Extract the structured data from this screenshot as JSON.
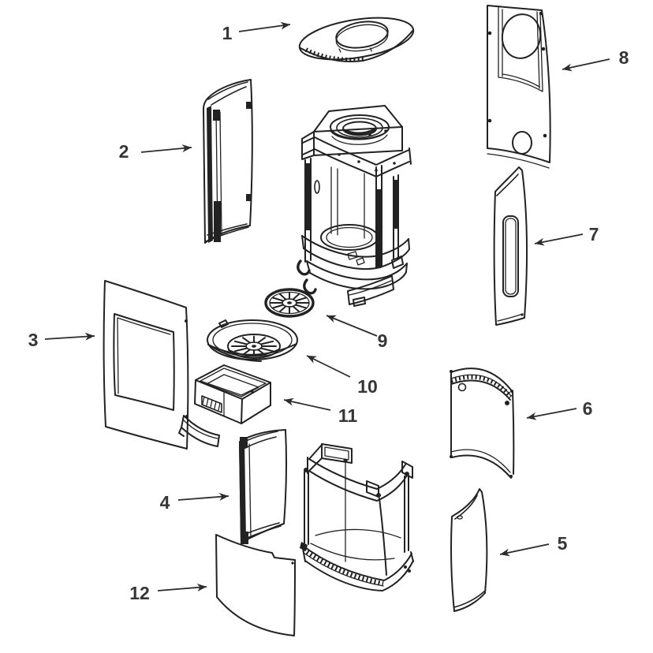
{
  "diagram": {
    "type": "exploded-parts-diagram",
    "background_color": "#ffffff",
    "line_color": "#222222",
    "label_color": "#363636",
    "callouts": [
      {
        "label": "1"
      },
      {
        "label": "2"
      },
      {
        "label": "3"
      },
      {
        "label": "4"
      },
      {
        "label": "5"
      },
      {
        "label": "6"
      },
      {
        "label": "7"
      },
      {
        "label": "8"
      },
      {
        "label": "9"
      },
      {
        "label": "10"
      },
      {
        "label": "11"
      },
      {
        "label": "12"
      }
    ]
  }
}
